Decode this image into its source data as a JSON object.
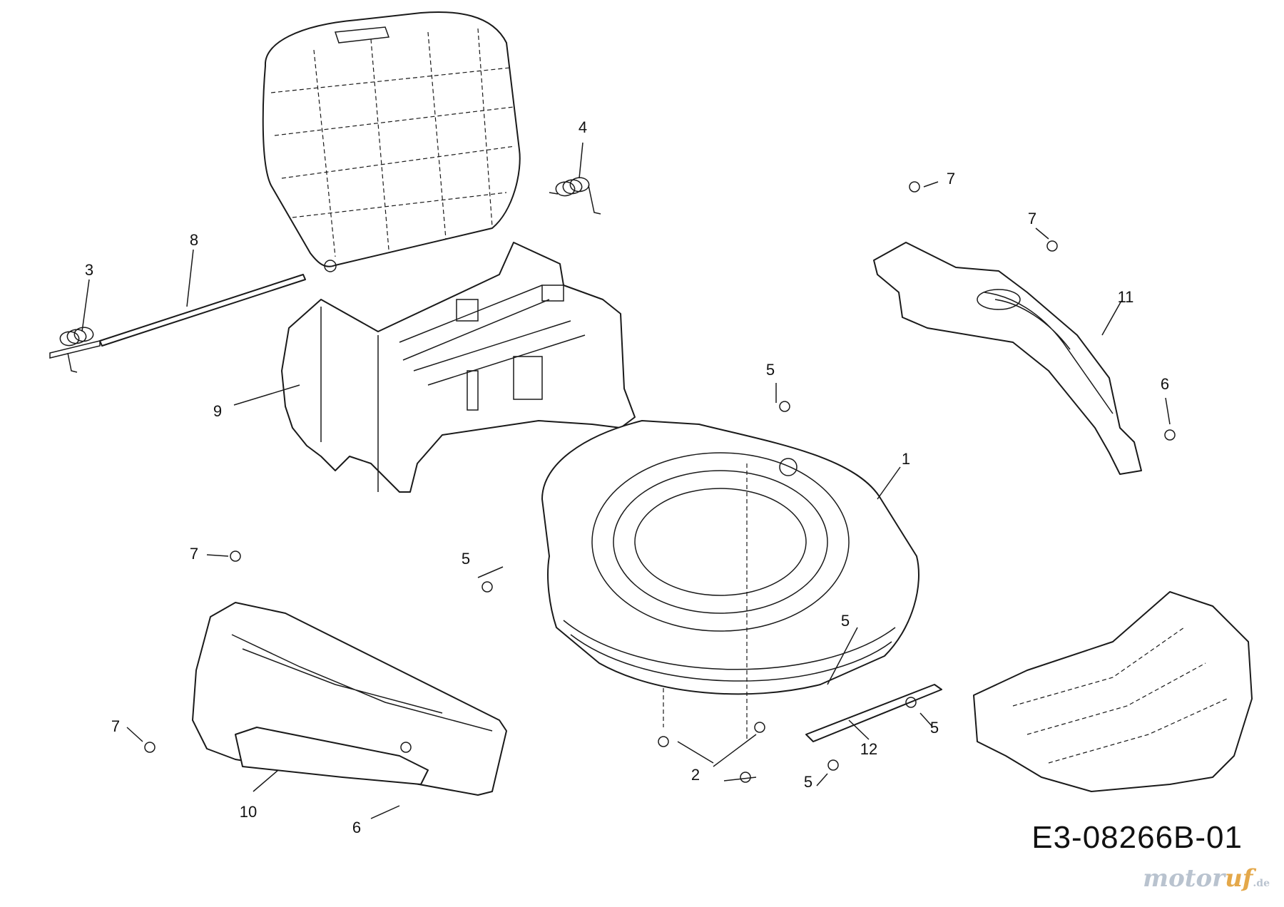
{
  "drawing_number": "E3-08266B-01",
  "watermark": {
    "part1": "motor",
    "part2": "uf",
    "part3": ".de"
  },
  "callouts": [
    "1",
    "2",
    "3",
    "4",
    "5",
    "5",
    "5",
    "5",
    "5",
    "6",
    "6",
    "7",
    "7",
    "7",
    "7",
    "8",
    "9",
    "10",
    "11",
    "12"
  ],
  "parts": [
    {
      "name": "grass-bag"
    },
    {
      "name": "spring-4"
    },
    {
      "name": "spring-3"
    },
    {
      "name": "rod-8"
    },
    {
      "name": "rear-housing-9"
    },
    {
      "name": "deck-1"
    },
    {
      "name": "side-cover-11"
    },
    {
      "name": "side-cover-10"
    },
    {
      "name": "front-cover"
    },
    {
      "name": "blade-12"
    }
  ]
}
